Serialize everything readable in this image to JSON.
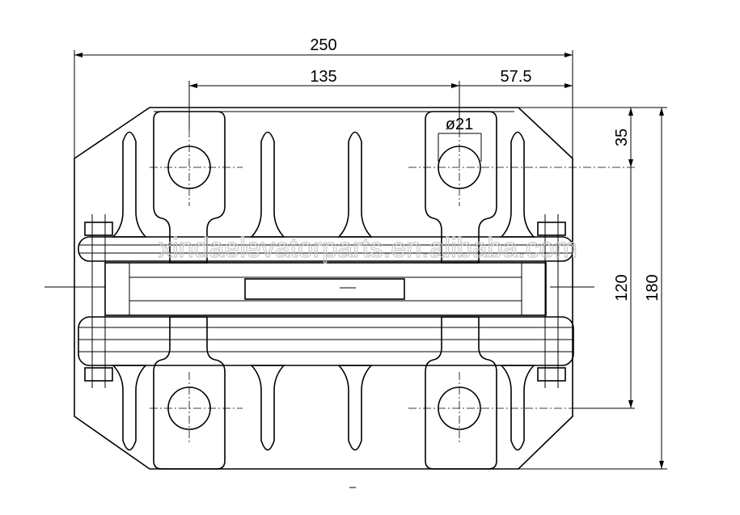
{
  "drawing": {
    "dimensions": {
      "overall_width": "250",
      "hole_spacing": "135",
      "edge_to_hole": "57.5",
      "hole_diameter": "ø21",
      "vertical_offset": "35",
      "inner_height": "120",
      "overall_height": "180"
    },
    "watermark": "xindaelevatorparts.en.alibaba.com",
    "stroke_color": "#000000",
    "background_color": "#ffffff"
  }
}
